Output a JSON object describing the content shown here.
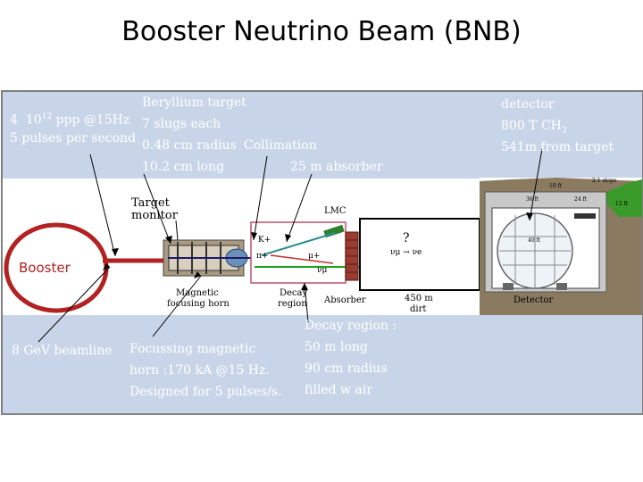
{
  "title": "Booster Neutrino Beam (BNB)",
  "top_left": {
    "protons_mantissa": "4",
    "protons_base": "10",
    "protons_exp": "12",
    "protons_rest": "ppp @15Hz",
    "pulses": "5 pulses per second"
  },
  "target": {
    "line1": "Beryllium target",
    "line2": "7 slugs each",
    "line3": "0.48 cm radius",
    "line4": "10.2 cm long"
  },
  "collimation": {
    "line1": "Collimation",
    "line2": "25 m absorber"
  },
  "detector_info": {
    "line1": "detector",
    "line2_main": "800 T CH",
    "line2_sub": "3",
    "line3": "541m from target"
  },
  "beamline": "8 GeV beamline",
  "horn": {
    "line1": "Focussing magnetic",
    "line2": "horn :170 kA @15 Hz.",
    "line3": "Designed for 5 pulses/s."
  },
  "decay": {
    "line1": "Decay region :",
    "line2": "50 m long",
    "line3": "90 cm radius",
    "line4": "filled w air"
  },
  "diagram_labels": {
    "booster": "Booster",
    "target_monitor_1": "Target",
    "target_monitor_2": "monitor",
    "horn_1": "Magnetic",
    "horn_2": "focusing horn",
    "decay_1": "Decay",
    "decay_2": "region",
    "lmc": "LMC",
    "absorber": "Absorber",
    "dirt_1": "450 m",
    "dirt_2": "dirt",
    "detector": "Detector",
    "question": "?",
    "oscillation": "νμ → νe",
    "k_plus": "K+",
    "pi_plus": "π+",
    "mu_plus": "μ+",
    "nu_mu": "νμ",
    "dim_10ft": "10 ft",
    "dim_36ft": "36 ft",
    "dim_24ft": "24 ft",
    "dim_40ft": "40 ft",
    "dim_slope": "2:1 slope",
    "dim_12ft": "12 ft"
  },
  "colors": {
    "band": "#c8d5e8",
    "booster_ring": "#b22222",
    "beam_green": "#1aa31a",
    "grass": "#3a9a2a",
    "soil": "#8a7a60",
    "concrete": "#c8c8c8",
    "absorber_brick": "#9a3c30"
  }
}
